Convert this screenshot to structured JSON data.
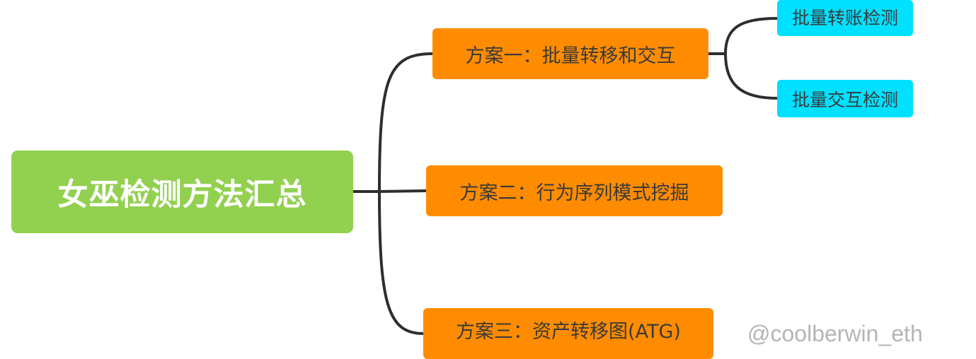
{
  "mindmap": {
    "root": {
      "label": "女巫检测方法汇总"
    },
    "branches": [
      {
        "label": "方案一：批量转移和交互"
      },
      {
        "label": "方案二：行为序列模式挖掘"
      },
      {
        "label": "方案三：资产转移图(ATG)"
      }
    ],
    "sub_branches": [
      {
        "label": "批量转账检测"
      },
      {
        "label": "批量交互检测"
      }
    ]
  },
  "watermark": "@coolberwin_eth",
  "colors": {
    "root_fill": "#92d050",
    "branch_fill": "#ff8c00",
    "leaf_fill": "#00e0ff",
    "connector": "#2e2e2e",
    "root_text": "#ffffff",
    "node_text": "#3a3a3a",
    "watermark_text": "#b5b5b5"
  }
}
